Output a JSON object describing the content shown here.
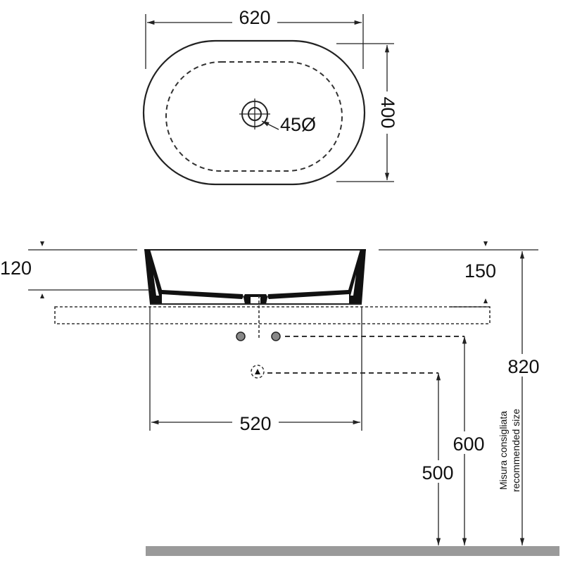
{
  "title": "Oval countertop washbasin technical drawing",
  "top_view": {
    "width_label": "620",
    "depth_label": "400",
    "drain_label": "45Ø"
  },
  "side_view": {
    "basin_height_left_label": "120",
    "basin_height_right_label": "150",
    "base_width_label": "520",
    "supply_height_label": "600",
    "waste_height_label": "500",
    "counter_height_label": "820",
    "recommended_note_it": "Misura consigliata",
    "recommended_note_en": "recommended size"
  },
  "colors": {
    "line": "#222222",
    "floor": "#9a9a9a"
  }
}
